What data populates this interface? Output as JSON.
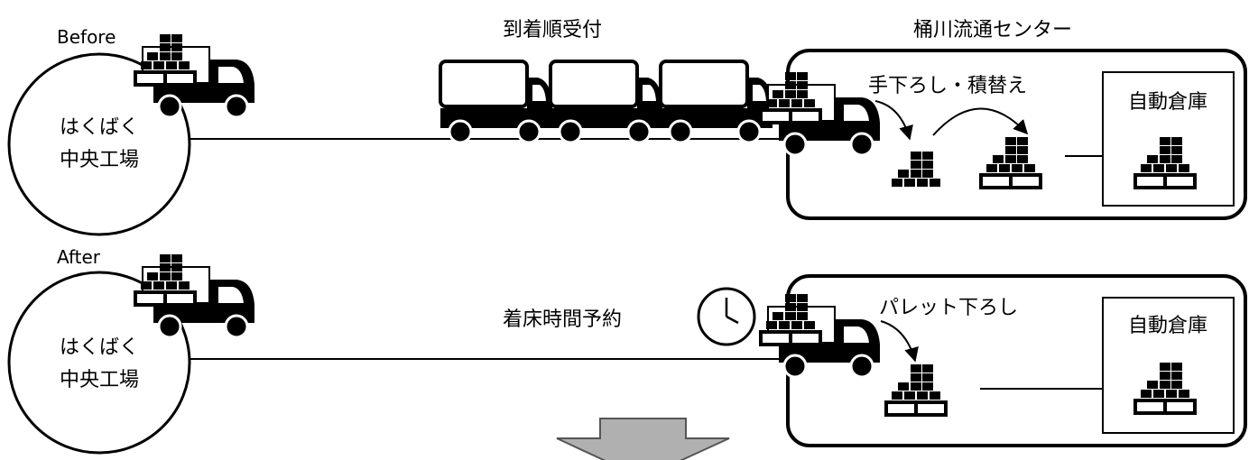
{
  "before": {
    "label": "Before",
    "factory_lines": [
      "はくばく",
      "中央工場"
    ],
    "queue_label": "到着順受付",
    "center_name": "桶川流通センター",
    "handling_label": "手下ろし・積替え",
    "warehouse_label": "自動倉庫"
  },
  "after": {
    "label": "After",
    "factory_lines": [
      "はくばく",
      "中央工場"
    ],
    "booking_label": "着床時間予約",
    "handling_label": "パレット下ろし",
    "warehouse_label": "自動倉庫"
  },
  "icons": {
    "clock": "clock-icon",
    "truck": "truck-icon",
    "pallet": "pallet-icon",
    "boxes": "box-stack-icon",
    "down_arrow": "down-arrow-icon"
  },
  "colors": {
    "ink": "#000000",
    "arrow_fill": "#b0b0b0",
    "arrow_stroke": "#555555",
    "background": "#ffffff"
  }
}
